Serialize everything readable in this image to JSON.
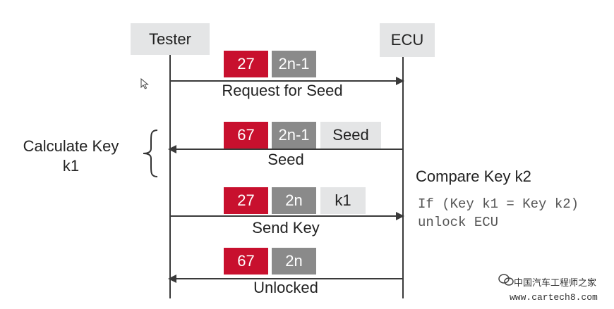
{
  "actors": {
    "tester": "Tester",
    "ecu": "ECU"
  },
  "messages": [
    {
      "sid": "27",
      "sub": "2n-1",
      "param": "",
      "label": "Request for Seed",
      "direction": "to-ecu"
    },
    {
      "sid": "67",
      "sub": "2n-1",
      "param": "Seed",
      "label": "Seed",
      "direction": "to-tester"
    },
    {
      "sid": "27",
      "sub": "2n",
      "param": "k1",
      "label": "Send Key",
      "direction": "to-ecu"
    },
    {
      "sid": "67",
      "sub": "2n",
      "param": "",
      "label": "Unlocked",
      "direction": "to-tester"
    }
  ],
  "tester_note": {
    "line1": "Calculate Key",
    "line2": "k1"
  },
  "ecu_note": {
    "title": "Compare Key k2",
    "code_line1": "If (Key k1 = Key k2)",
    "code_line2": "unlock ECU"
  },
  "watermark": {
    "line1": "中国汽车工程师之家",
    "line2": "www.cartech8.com"
  },
  "colors": {
    "sid": "#c8102e",
    "subfunction": "#8a8a8a",
    "parameter": "#e4e5e6"
  }
}
